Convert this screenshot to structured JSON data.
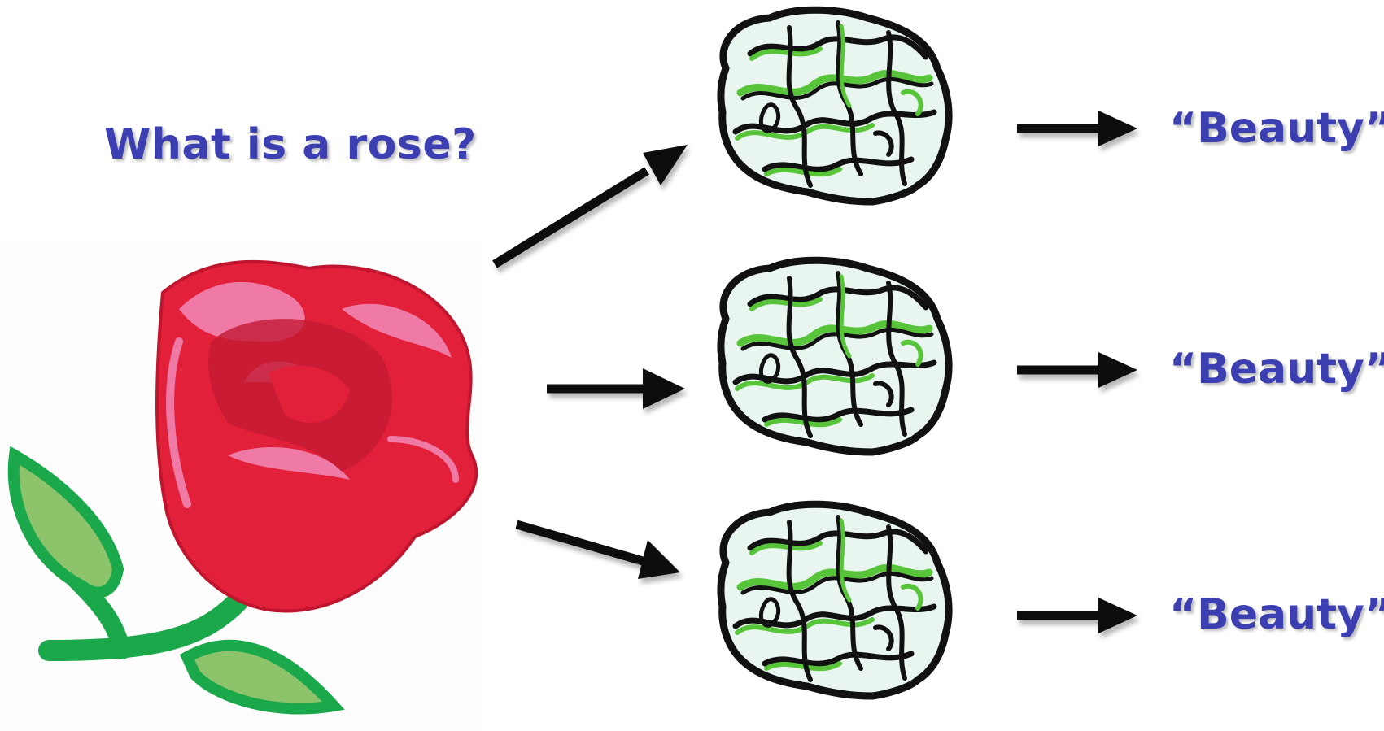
{
  "question": "What is a rose?",
  "responses": [
    {
      "text": "“Beauty”"
    },
    {
      "text": "“Beauty”"
    },
    {
      "text": "“Beauty”"
    }
  ],
  "icons": {
    "rose": "rose-icon",
    "brain": "brain-icon",
    "arrow": "arrow-icon"
  },
  "colors": {
    "text": "#3b3fb2",
    "rose": "#e3203a",
    "rose_highlight": "#f07aa6",
    "leaf": "#1aa84a",
    "brain_fill": "#e9f6ef",
    "brain_accent": "#58c43a",
    "arrow": "#111111"
  }
}
